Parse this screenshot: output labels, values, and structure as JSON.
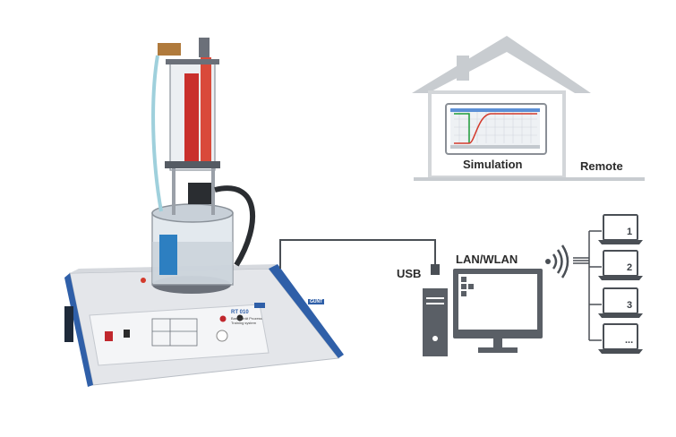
{
  "labels": {
    "usb": "USB",
    "lan_wlan": "LAN/WLAN",
    "simulation": "Simulation",
    "remote": "Remote"
  },
  "laptops": [
    "1",
    "2",
    "3",
    "..."
  ],
  "device": {
    "model": "RT 010",
    "panel_text_line1": "Basiagerät Prozess",
    "panel_text_line2": "Training system",
    "logo": "GUNT"
  },
  "colors": {
    "device_body": "#e4e6ea",
    "device_trim": "#2f5fa8",
    "icon_gray": "#5a5f66",
    "house_gray": "#c8ccd0",
    "plot_green": "#1f9d3a",
    "plot_red": "#d33a2c"
  },
  "icons": [
    "house-icon",
    "desktop-computer-icon",
    "wireless-signal-icon",
    "laptop-icon",
    "usb-plug-icon"
  ]
}
